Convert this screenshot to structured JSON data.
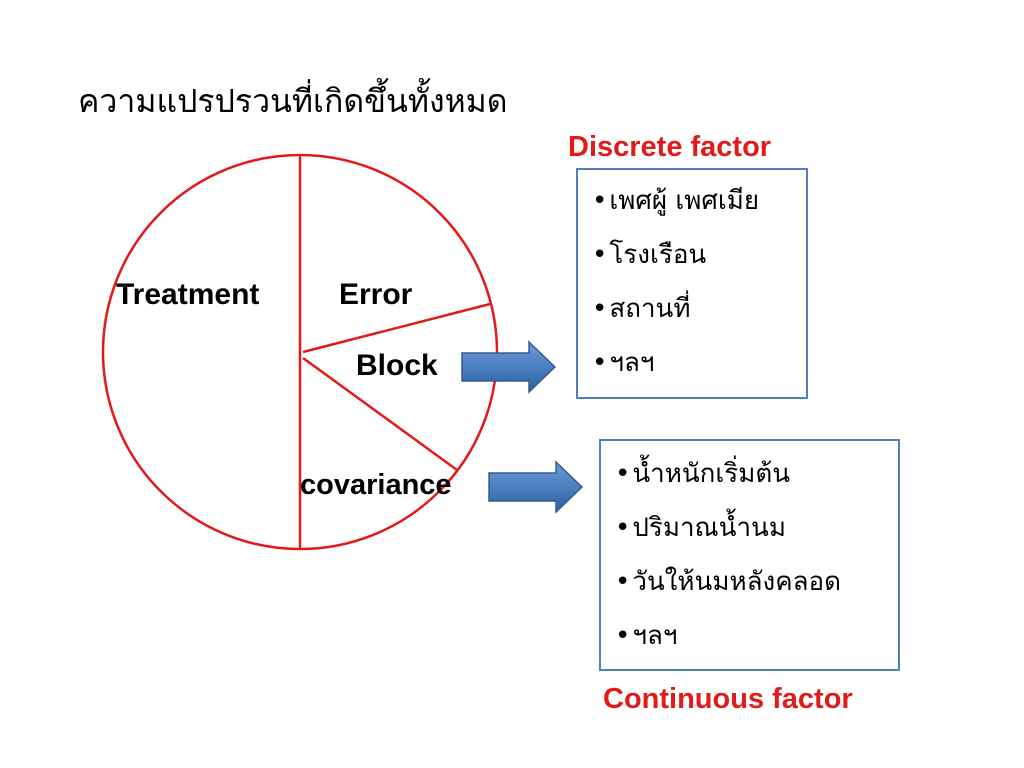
{
  "title": "ความแปรปรวนที่เกิดขึ้นทั้งหมด",
  "pie": {
    "sections": [
      "Treatment",
      "Error",
      "Block",
      "covariance"
    ],
    "line_color": "#e21a1a"
  },
  "discrete": {
    "caption": "Discrete factor",
    "items": [
      "เพศผู้ เพศเมีย",
      "โรงเรือน",
      "สถานที่",
      "ฯลฯ"
    ]
  },
  "continuous": {
    "caption": "Continuous factor",
    "items": [
      "น้ำหนักเริ่มต้น",
      "ปริมาณน้ำนม",
      "วันให้นมหลังคลอด",
      "ฯลฯ"
    ]
  },
  "colors": {
    "caption": "#e21a1a",
    "box_border": "#4f81bd",
    "arrow_fill": "#4f81bd",
    "arrow_stroke": "#385d8a"
  },
  "bullet_glyph": "•"
}
